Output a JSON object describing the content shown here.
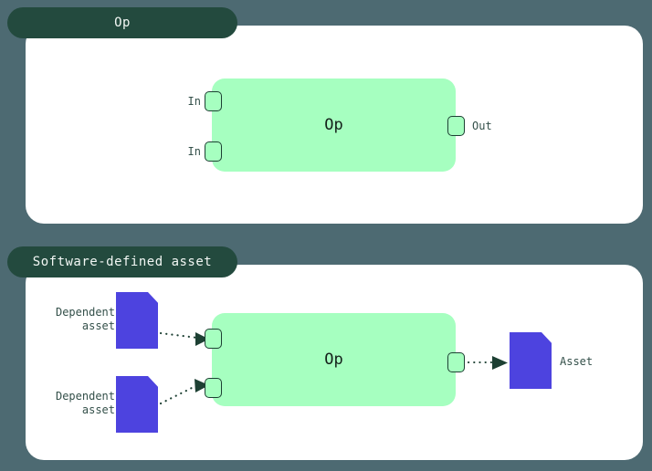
{
  "background_color": "#4d6a72",
  "accent_colors": {
    "panel_tab": "#234a3e",
    "op_box": "#a6ffc0",
    "asset": "#4d43df",
    "card": "#ffffff",
    "label_text": "#34504a"
  },
  "panels": [
    {
      "id": "op",
      "tab_label": "Op",
      "op_box_label": "Op",
      "inputs": [
        {
          "label": "In"
        },
        {
          "label": "In"
        }
      ],
      "outputs": [
        {
          "label": "Out"
        }
      ]
    },
    {
      "id": "software-defined-asset",
      "tab_label": "Software-defined asset",
      "op_box_label": "Op",
      "inputs": [
        {
          "label": "",
          "asset_label": "Dependent\nasset"
        },
        {
          "label": "",
          "asset_label": "Dependent\nasset"
        }
      ],
      "outputs": [
        {
          "label": "",
          "asset_label": "Asset"
        }
      ]
    }
  ]
}
